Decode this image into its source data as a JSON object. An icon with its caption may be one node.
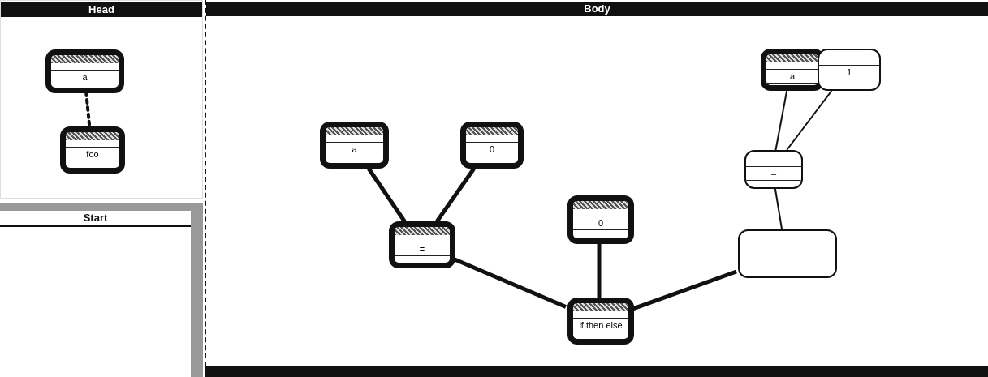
{
  "diagram": {
    "nodes": [
      {
        "text": [
          "Head"
        ]
      },
      {
        "text": [
          "Body"
        ]
      },
      {
        "text": [
          "Start"
        ]
      },
      {
        "text": [
          "a"
        ],
        "in": 0
      },
      {
        "text": [
          "foo"
        ],
        "in": 0
      },
      {
        "text": [
          "a"
        ],
        "in": 1
      },
      {
        "text": [
          "0"
        ],
        "in": 1
      },
      {
        "text": [
          "a"
        ],
        "in": 1
      },
      {
        "text": [
          "1"
        ],
        "in": 1
      },
      {
        "text": [
          "–"
        ],
        "in": 1
      },
      {
        "text": [
          "="
        ],
        "in": 1
      },
      {
        "text": [
          "0"
        ],
        "in": 1
      },
      {
        "text": [
          "if then else"
        ],
        "in": 1
      },
      {
        "text": [],
        "shape": "box",
        "in": 1
      }
    ],
    "edges": [
      {
        "from": 3,
        "to": 4,
        "arrow": "none",
        "style": "dashed"
      },
      {
        "from": 5,
        "to": 10,
        "arrow": "none"
      },
      {
        "from": 6,
        "to": 10,
        "arrow": "none"
      },
      {
        "from": 7,
        "to": 9,
        "arrow": "none"
      },
      {
        "from": 8,
        "to": 9,
        "arrow": "none"
      },
      {
        "from": 9,
        "to": 13,
        "arrow": "none"
      },
      {
        "from": 10,
        "to": 12,
        "arrow": "none"
      },
      {
        "from": 11,
        "to": 12,
        "arrow": "none"
      },
      {
        "from": 13,
        "to": 12,
        "arrow": "none"
      }
    ]
  }
}
